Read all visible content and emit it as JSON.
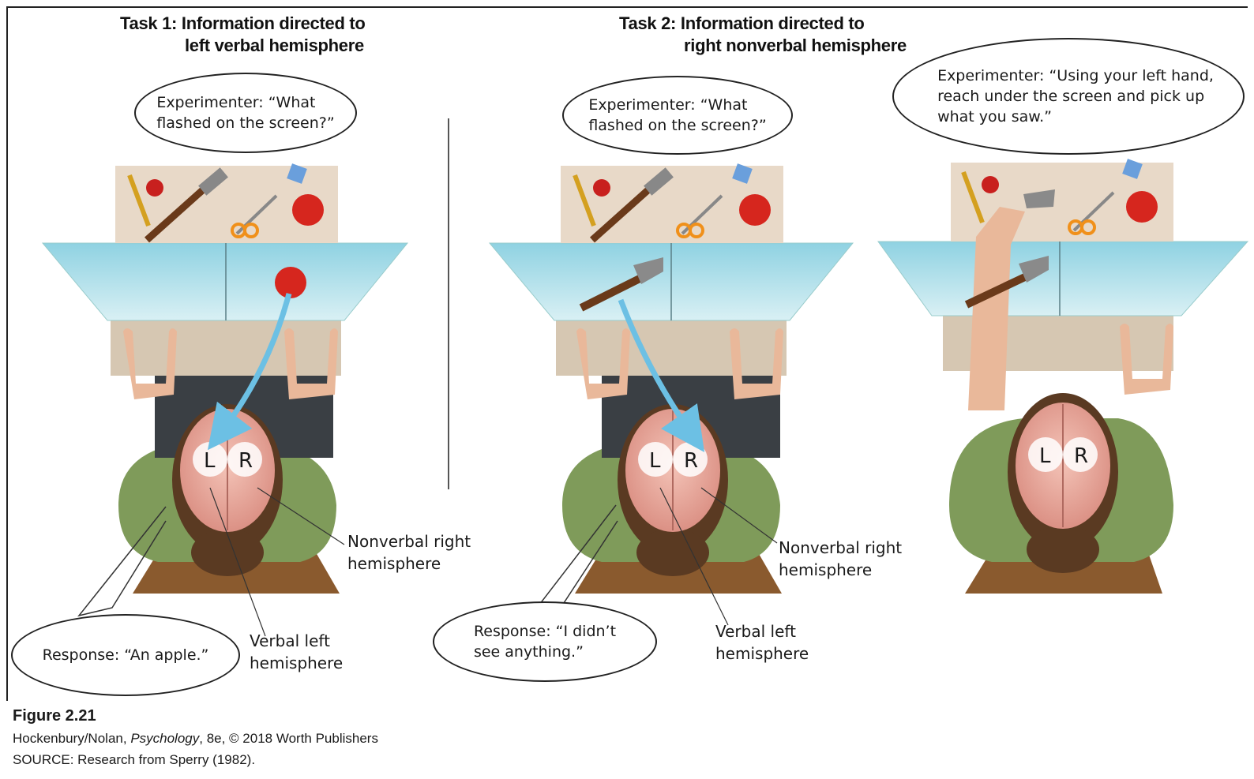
{
  "task1": {
    "heading_line1": "Task 1: Information directed to",
    "heading_line2": "left verbal hemisphere",
    "experimenter_line1": "Experimenter: “What",
    "experimenter_line2": "flashed on the screen?”",
    "response": "Response: “An apple.”",
    "nonverbal_line1": "Nonverbal right",
    "nonverbal_line2": "hemisphere",
    "verbal_line1": "Verbal left",
    "verbal_line2": "hemisphere",
    "left_letter": "L",
    "right_letter": "R",
    "flashed_object": "apple-icon"
  },
  "task2": {
    "heading_line1": "Task 2: Information directed to",
    "heading_line2": "right nonverbal hemisphere",
    "experimenter_line1": "Experimenter: “What",
    "experimenter_line2": "flashed on the screen?”",
    "response_line1": "Response: “I didn’t",
    "response_line2": "see anything.”",
    "nonverbal_line1": "Nonverbal right",
    "nonverbal_line2": "hemisphere",
    "verbal_line1": "Verbal left",
    "verbal_line2": "hemisphere",
    "left_letter": "L",
    "right_letter": "R",
    "flashed_object": "hammer-icon"
  },
  "task3": {
    "experimenter_line1": "Experimenter: “Using your left hand,",
    "experimenter_line2": "reach under the screen and pick up",
    "experimenter_line3": "what you saw.”",
    "left_letter": "L",
    "right_letter": "R"
  },
  "caption": {
    "title": "Figure 2.21",
    "credit_prefix": "Hockenbury/Nolan, ",
    "credit_book": "Psychology",
    "credit_suffix": ", 8e, © 2018 Worth Publishers",
    "source": "SOURCE: Research from Sperry (1982)."
  },
  "colors": {
    "screen": "#bfe3ea",
    "table": "#e8d9c8",
    "shirt": "#7f9b5a",
    "hair": "#5a3a22",
    "brain": "#e8a39a",
    "chair": "#8a5a2e",
    "arrow": "#7cc8e6"
  }
}
